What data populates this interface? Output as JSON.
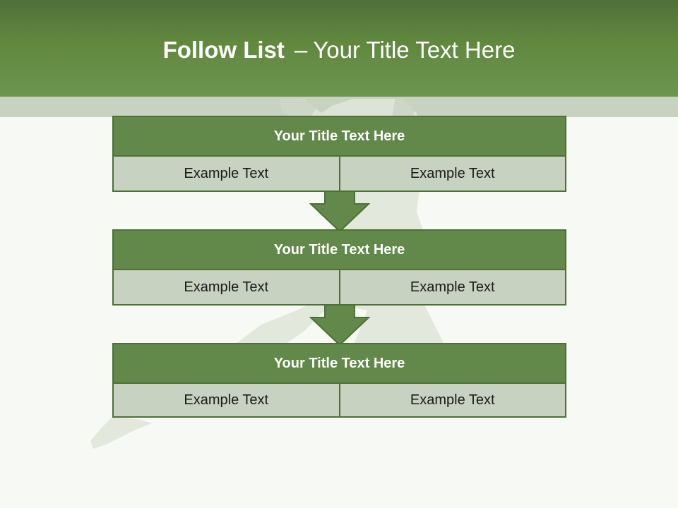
{
  "slide": {
    "title_bold": "Follow List",
    "title_dash": "–",
    "title_rest": "Your Title Text Here"
  },
  "steps": [
    {
      "title": "Your Title Text Here",
      "left": "Example Text",
      "right": "Example Text"
    },
    {
      "title": "Your Title Text Here",
      "left": "Example Text",
      "right": "Example Text"
    },
    {
      "title": "Your Title Text Here",
      "left": "Example Text",
      "right": "Example Text"
    }
  ],
  "colors": {
    "header_dark": "#4f7038",
    "header_green": "#62883f",
    "title_fill": "#62884a",
    "cell_fill": "#c7d2c1",
    "border": "#4e7037",
    "background": "#f7f9f5"
  }
}
